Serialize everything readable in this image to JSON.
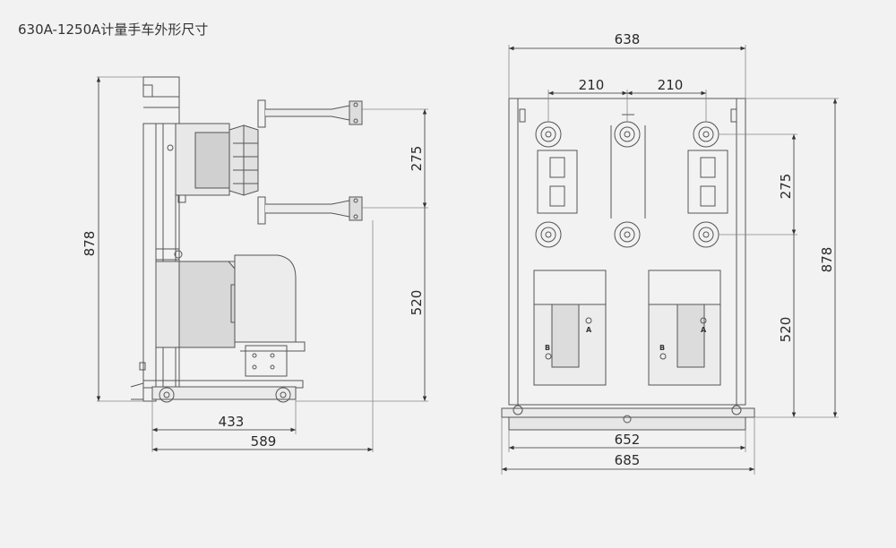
{
  "title": "630A-1250A计量手车外形尺寸",
  "colors": {
    "background": "#f2f2f2",
    "line": "#555555",
    "dim_line": "#888888",
    "text": "#2a2a2a"
  },
  "side_view": {
    "dimensions": {
      "overall_height": "878",
      "contact_spacing": "275",
      "lower_contact_height": "520",
      "depth_inner": "433",
      "depth_overall": "589"
    }
  },
  "front_view": {
    "dimensions": {
      "overall_width": "638",
      "pole_pitch_left": "210",
      "pole_pitch_right": "210",
      "contact_spacing": "275",
      "overall_height": "878",
      "lower_contact_height": "520",
      "chassis_width": "652",
      "overall_base_width": "685"
    },
    "labels": {
      "a_left": "A",
      "a_right": "A",
      "b_left": "B",
      "b_right": "B"
    }
  }
}
